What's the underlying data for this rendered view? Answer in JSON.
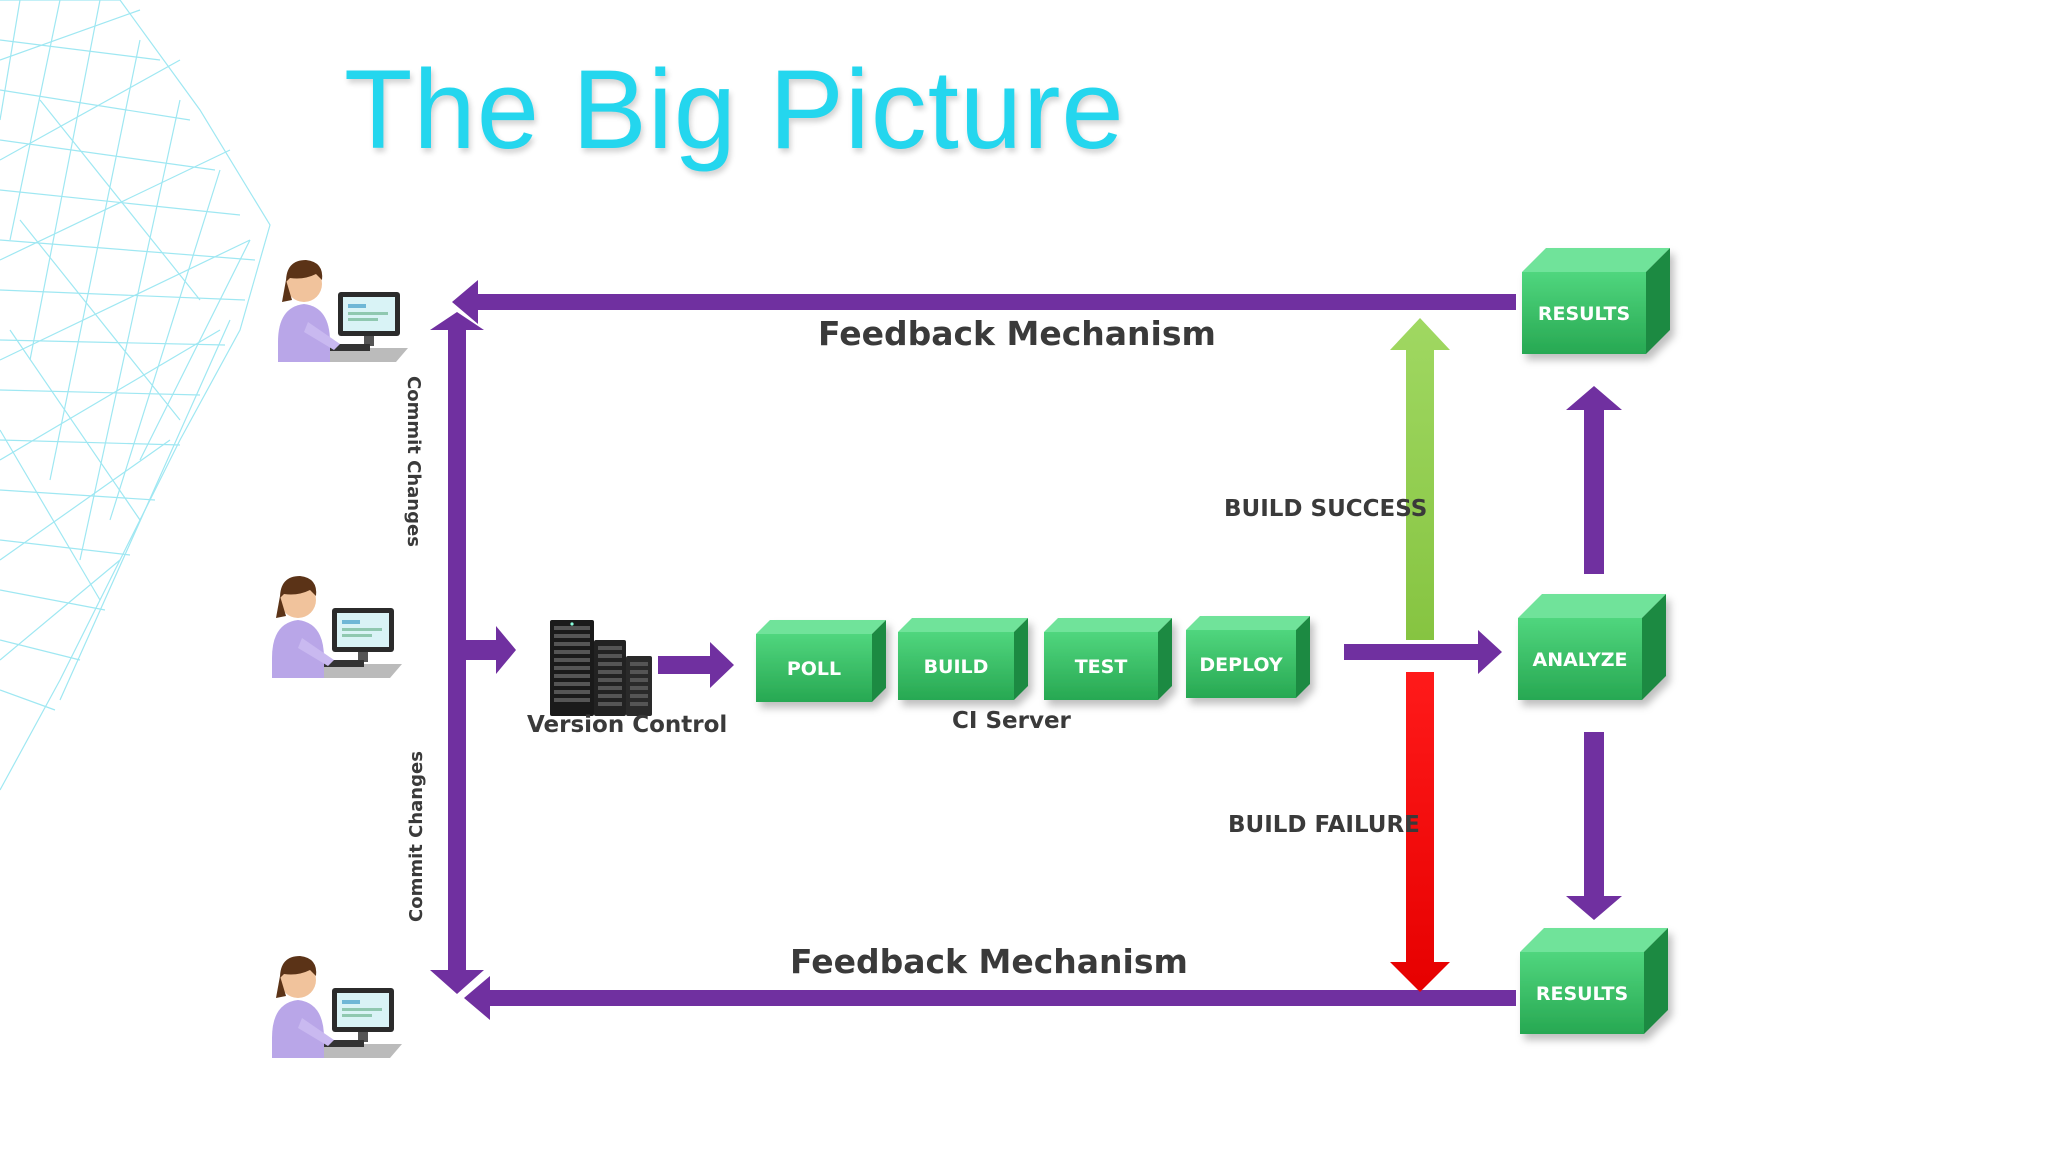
{
  "title": "The Big Picture",
  "labels": {
    "feedback_top": "Feedback Mechanism",
    "feedback_bottom": "Feedback Mechanism",
    "commit_top": "Commit Changes",
    "commit_bottom": "Commit Changes",
    "version_control": "Version Control",
    "ci_server": "CI Server",
    "build_success": "BUILD SUCCESS",
    "build_failure": "BUILD FAILURE"
  },
  "stages": [
    "POLL",
    "BUILD",
    "TEST",
    "DEPLOY"
  ],
  "outputs": {
    "results_top": "RESULTS",
    "analyze": "ANALYZE",
    "results_bottom": "RESULTS"
  },
  "colors": {
    "title": "#24d6ee",
    "arrow": "#7030a0",
    "success": "#92d050",
    "failure": "#ff0000",
    "box": "#3cc26a"
  },
  "icons": [
    "developer-workstation-icon",
    "server-rack-icon"
  ]
}
